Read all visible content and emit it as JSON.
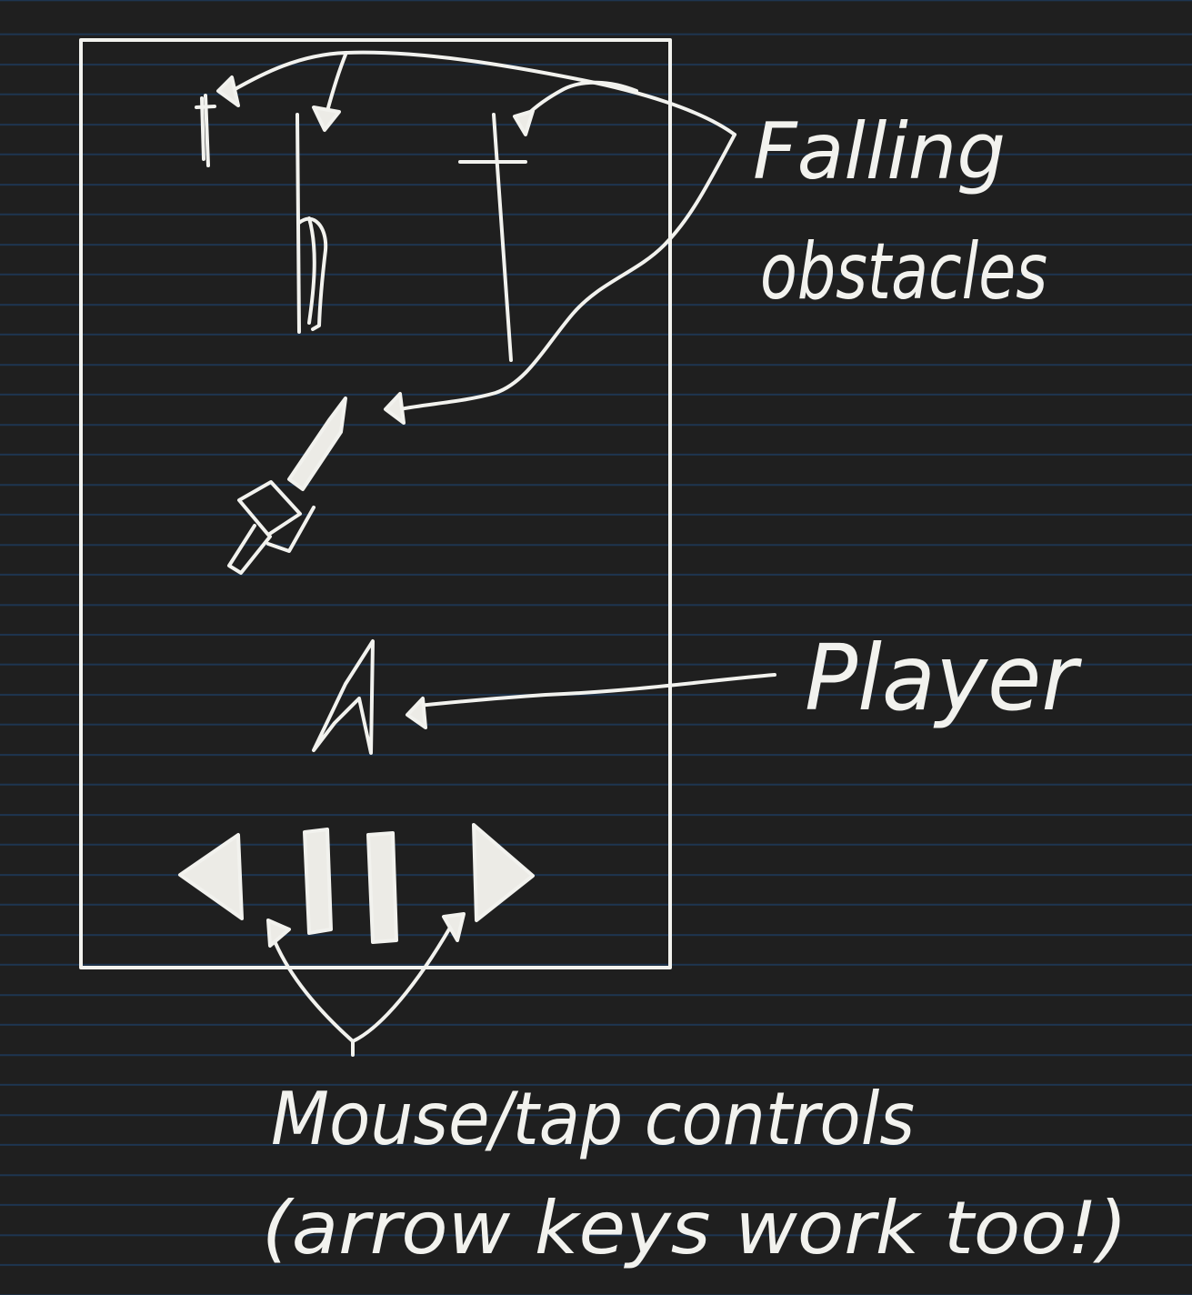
{
  "annotations": {
    "falling_line1": "Falling",
    "falling_line2": "obstacles",
    "player": "Player",
    "controls_line1": "Mouse/tap controls",
    "controls_line2": "(arrow keys work too!)"
  },
  "colors": {
    "background": "#1f1f1f",
    "ruled_lines": "#1e3550",
    "ink": "#f2f2ee"
  }
}
